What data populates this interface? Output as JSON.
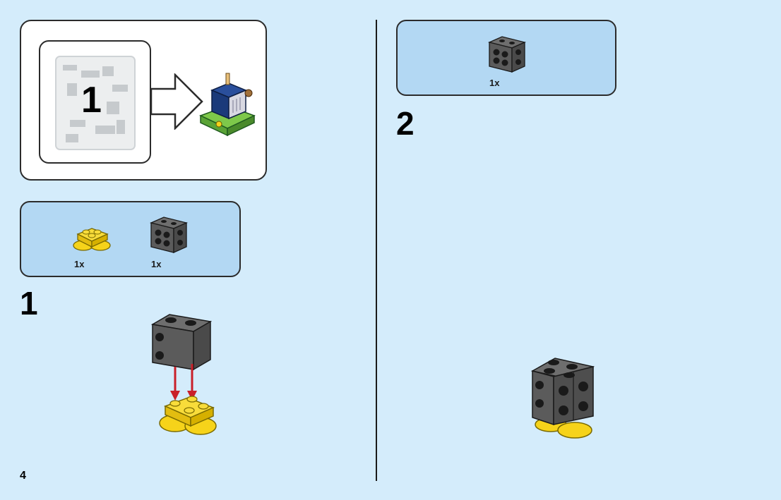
{
  "bag": {
    "number": "1"
  },
  "step1": {
    "number": "1",
    "parts": [
      {
        "qty": "1x",
        "color": "#f6d31a"
      },
      {
        "qty": "1x",
        "color": "#5b5b5b"
      }
    ]
  },
  "step2": {
    "number": "2",
    "parts": [
      {
        "qty": "1x",
        "color": "#5b5b5b"
      }
    ]
  },
  "page": {
    "number": "4"
  },
  "colors": {
    "background": "#d4ecfb",
    "parts_panel": "#b3d8f3",
    "brick_dark_gray": "#5b5b5b",
    "plate_yellow": "#f6d31a",
    "arrow_red": "#c9202a"
  }
}
